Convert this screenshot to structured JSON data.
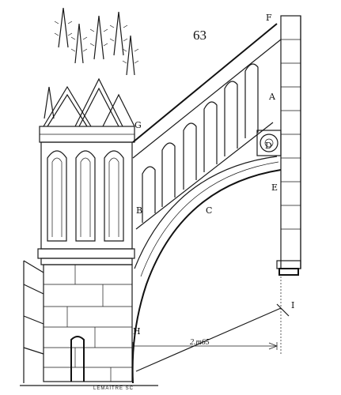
{
  "figure": {
    "number": "63",
    "labels": {
      "F": "F",
      "A": "A",
      "D": "D",
      "E": "E",
      "G": "G",
      "B": "B",
      "C": "C",
      "H": "H",
      "I": "I"
    },
    "dimension": "2.m65",
    "signature": "LEMAÎTRE SC"
  }
}
